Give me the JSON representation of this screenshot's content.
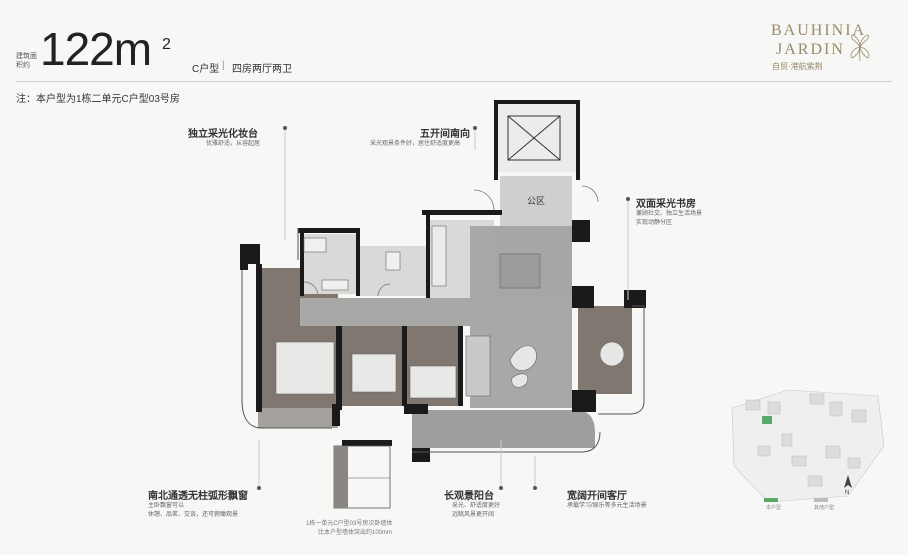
{
  "header": {
    "area_caption": "建筑面积约",
    "area_value": "122m",
    "area_sup": "2",
    "unit_type": "C户型",
    "separator": "|",
    "unit_desc": "四房两厅两卫",
    "note": "注：本户型为1栋二单元C户型03号房"
  },
  "brand": {
    "line1": "BAUHINIA",
    "line2": "JARDIN",
    "cn": "自贸·港航紫荆",
    "color": "#9a8a6a"
  },
  "annotations": {
    "vanity": {
      "title": "独立采光化妆台",
      "sub": "优雅舒适，从容起居"
    },
    "south": {
      "title": "五开间南向",
      "sub": "采光观景条件好，居住舒适度更高"
    },
    "study": {
      "title": "双面采光书房",
      "sub1": "兼顾社交、独立生活场景",
      "sub2": "实现动静分区"
    },
    "window": {
      "title": "南北通透无柱弧形飘窗",
      "sub1": "主卧飘窗可以",
      "sub2": "休憩、品茗、交谈，还可俯瞰观景"
    },
    "balcony": {
      "title": "长观景阳台",
      "sub1": "采光、舒适度更好",
      "sub2": "远眺风景更开阔"
    },
    "living": {
      "title": "宽阔开间客厅",
      "sub": "承载学习/娱乐等多元生活场景"
    },
    "wall_note1": "1栋一单元C户型03号房次卧墙体",
    "wall_note2": "比本户型墙体突出约100mm"
  },
  "plan": {
    "public_area": "公区"
  },
  "minimap": {
    "legend_this": "本户型",
    "legend_other": "其他户型",
    "compass": "N",
    "colors": {
      "this": "#5aa86a",
      "other": "#bcbcbc"
    }
  },
  "colors": {
    "wall": "#1a1a1a",
    "floor_wood": "#7f7770",
    "floor_stone": "#a8a8a6",
    "floor_light": "#d9d9d7"
  }
}
